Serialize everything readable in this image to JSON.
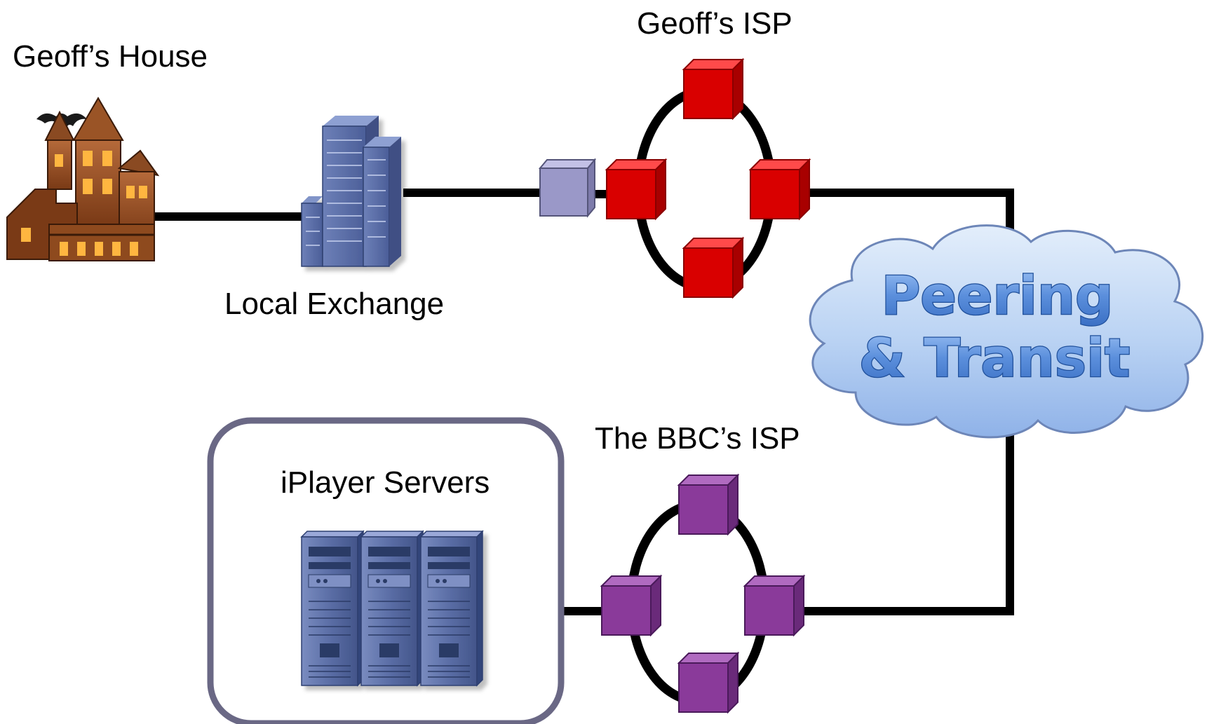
{
  "labels": {
    "geoffs_house": "Geoff’s House",
    "local_exchange": "Local Exchange",
    "geoffs_isp": "Geoff’s ISP",
    "bbcs_isp": "The BBC’s ISP",
    "iplayer_servers": "iPlayer Servers"
  },
  "cloud": {
    "line1": "Peering",
    "line2": "& Transit"
  },
  "colors": {
    "geoffs_isp_router": "#d90000",
    "bbcs_isp_router": "#8a3a9a",
    "edge_router": "#9a98c8",
    "cloud_fill": "#a9c6ee",
    "server_box_border": "#6a6885",
    "building": "#5a6ea8"
  },
  "icons": {
    "house": "haunted-house-icon",
    "exchange": "office-building-icon",
    "servers": "server-rack-icon",
    "router": "router-cube-icon",
    "cloud": "cloud-icon"
  }
}
